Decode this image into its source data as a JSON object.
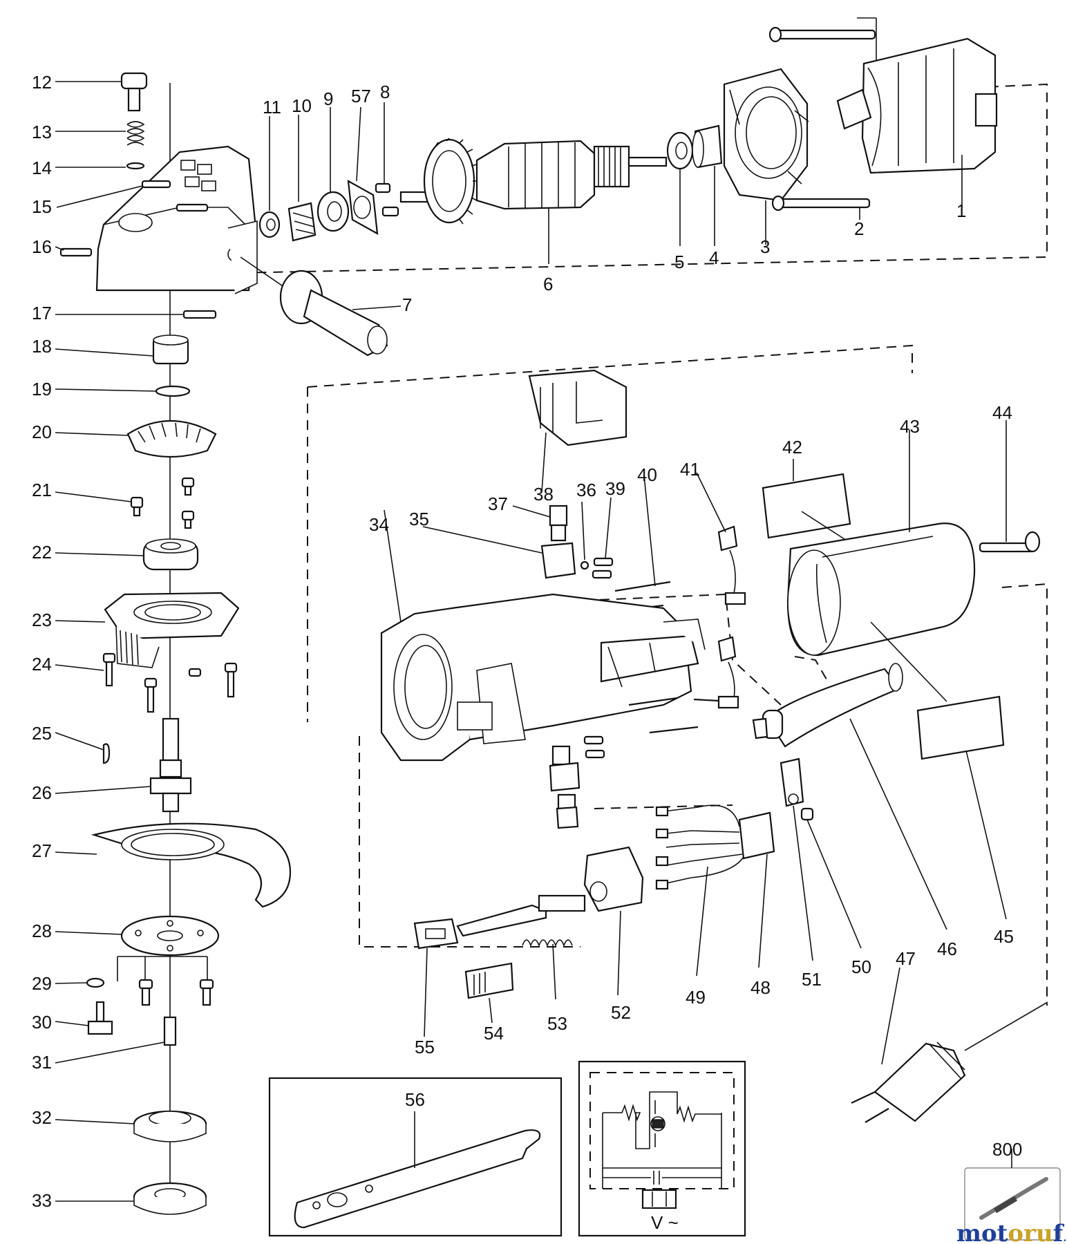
{
  "diagram": {
    "part_labels": [
      "12",
      "13",
      "14",
      "15",
      "16",
      "17",
      "18",
      "19",
      "20",
      "21",
      "22",
      "23",
      "24",
      "25",
      "26",
      "27",
      "28",
      "29",
      "30",
      "31",
      "32",
      "33",
      "11",
      "10",
      "9",
      "57",
      "8",
      "6",
      "5",
      "4",
      "3",
      "2",
      "1",
      "7",
      "38",
      "37",
      "36",
      "39",
      "40",
      "41",
      "35",
      "34",
      "42",
      "43",
      "44",
      "45",
      "46",
      "51",
      "50",
      "48",
      "49",
      "52",
      "53",
      "54",
      "55",
      "47",
      "56",
      "800"
    ],
    "circuit_supply_label": "V ~",
    "watermark": {
      "brand": "motoruf",
      "suffix": ".de",
      "colors": {
        "m_o_t": "#1f3f9a",
        "o_r_u": "#c9a227",
        "f": "#1f3f9a"
      }
    }
  }
}
